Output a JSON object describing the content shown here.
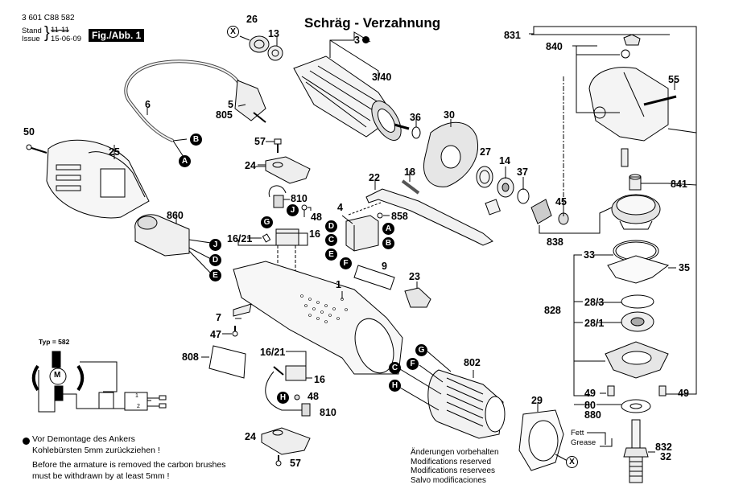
{
  "header": {
    "part_number": "3 601 C88 582",
    "stand_label": "Stand",
    "stand_value": "11-11",
    "issue_label": "Issue",
    "issue_value": "15-06-09",
    "figure_label": "Fig./Abb. 1",
    "title": "Schräg - Verzahnung"
  },
  "part_labels": [
    {
      "id": "26",
      "text": "26"
    },
    {
      "id": "13",
      "text": "13"
    },
    {
      "id": "3",
      "text": "3"
    },
    {
      "id": "3-40",
      "text": "3/40"
    },
    {
      "id": "6",
      "text": "6"
    },
    {
      "id": "5",
      "text": "5"
    },
    {
      "id": "805",
      "text": "805"
    },
    {
      "id": "50",
      "text": "50"
    },
    {
      "id": "25",
      "text": "25"
    },
    {
      "id": "57a",
      "text": "57"
    },
    {
      "id": "24a",
      "text": "24"
    },
    {
      "id": "36",
      "text": "36"
    },
    {
      "id": "30",
      "text": "30"
    },
    {
      "id": "27",
      "text": "27"
    },
    {
      "id": "14",
      "text": "14"
    },
    {
      "id": "37",
      "text": "37"
    },
    {
      "id": "22",
      "text": "22"
    },
    {
      "id": "18",
      "text": "18"
    },
    {
      "id": "810a",
      "text": "810"
    },
    {
      "id": "48a",
      "text": "48"
    },
    {
      "id": "860",
      "text": "860"
    },
    {
      "id": "16-21a",
      "text": "16/21"
    },
    {
      "id": "16a",
      "text": "16"
    },
    {
      "id": "4",
      "text": "4"
    },
    {
      "id": "858",
      "text": "858"
    },
    {
      "id": "9",
      "text": "9"
    },
    {
      "id": "1",
      "text": "1"
    },
    {
      "id": "23",
      "text": "23"
    },
    {
      "id": "7",
      "text": "7"
    },
    {
      "id": "47",
      "text": "47"
    },
    {
      "id": "808",
      "text": "808"
    },
    {
      "id": "16-21b",
      "text": "16/21"
    },
    {
      "id": "16b",
      "text": "16"
    },
    {
      "id": "48b",
      "text": "48"
    },
    {
      "id": "810b",
      "text": "810"
    },
    {
      "id": "24b",
      "text": "24"
    },
    {
      "id": "57b",
      "text": "57"
    },
    {
      "id": "802",
      "text": "802"
    },
    {
      "id": "29",
      "text": "29"
    },
    {
      "id": "831",
      "text": "831"
    },
    {
      "id": "840",
      "text": "840"
    },
    {
      "id": "55",
      "text": "55"
    },
    {
      "id": "841",
      "text": "841"
    },
    {
      "id": "45",
      "text": "45"
    },
    {
      "id": "838",
      "text": "838"
    },
    {
      "id": "33",
      "text": "33"
    },
    {
      "id": "35",
      "text": "35"
    },
    {
      "id": "828",
      "text": "828"
    },
    {
      "id": "28-3",
      "text": "28/3"
    },
    {
      "id": "28-1",
      "text": "28/1"
    },
    {
      "id": "49a",
      "text": "49"
    },
    {
      "id": "49b",
      "text": "49"
    },
    {
      "id": "80",
      "text": "80"
    },
    {
      "id": "880",
      "text": "880"
    },
    {
      "id": "832",
      "text": "832"
    },
    {
      "id": "32",
      "text": "32"
    }
  ],
  "connector_badges": [
    "A",
    "B",
    "C",
    "D",
    "E",
    "F",
    "G",
    "H",
    "J"
  ],
  "marker_x": "X",
  "circuit": {
    "type_label": "Typ = 582",
    "motor_label": "M",
    "switch_pos_1": "1",
    "switch_pos_2": "2"
  },
  "grease": {
    "line1": "Fett",
    "line2": "Grease"
  },
  "notes": {
    "de_line1": "Vor Demontage des Ankers",
    "de_line2": "Kohlebürsten 5mm zurückziehen !",
    "en_line1": "Before the armature is removed the carbon brushes",
    "en_line2": "must be withdrawn by at least 5mm !"
  },
  "modifications": {
    "de": "Änderungen vorbehalten",
    "en": "Modifications reserved",
    "fr": "Modifications reservees",
    "es": "Salvo modificaciones"
  }
}
